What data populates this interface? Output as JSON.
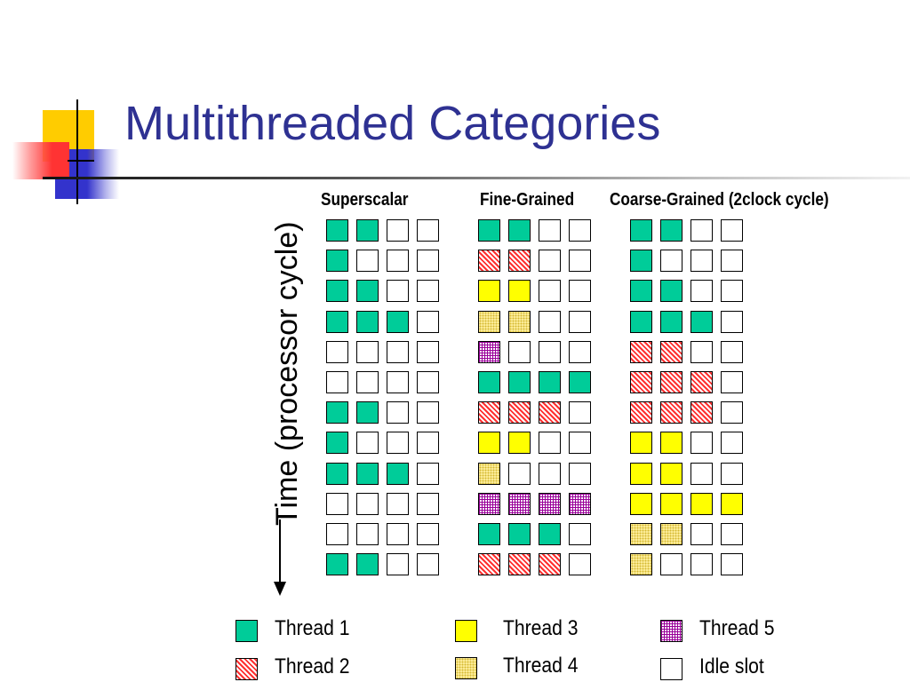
{
  "slide": {
    "title": "Multithreaded Categories"
  },
  "axis": {
    "label": "Time (processor cycle)"
  },
  "columns": [
    {
      "title": "Superscalar",
      "rows": [
        [
          "t1",
          "t1",
          "idle",
          "idle"
        ],
        [
          "t1",
          "idle",
          "idle",
          "idle"
        ],
        [
          "t1",
          "t1",
          "idle",
          "idle"
        ],
        [
          "t1",
          "t1",
          "t1",
          "idle"
        ],
        [
          "idle",
          "idle",
          "idle",
          "idle"
        ],
        [
          "idle",
          "idle",
          "idle",
          "idle"
        ],
        [
          "t1",
          "t1",
          "idle",
          "idle"
        ],
        [
          "t1",
          "idle",
          "idle",
          "idle"
        ],
        [
          "t1",
          "t1",
          "t1",
          "idle"
        ],
        [
          "idle",
          "idle",
          "idle",
          "idle"
        ],
        [
          "idle",
          "idle",
          "idle",
          "idle"
        ],
        [
          "t1",
          "t1",
          "idle",
          "idle"
        ]
      ]
    },
    {
      "title": "Fine-Grained",
      "rows": [
        [
          "t1",
          "t1",
          "idle",
          "idle"
        ],
        [
          "t2",
          "t2",
          "idle",
          "idle"
        ],
        [
          "t3",
          "t3",
          "idle",
          "idle"
        ],
        [
          "t4",
          "t4",
          "idle",
          "idle"
        ],
        [
          "t5",
          "idle",
          "idle",
          "idle"
        ],
        [
          "t1",
          "t1",
          "t1",
          "t1"
        ],
        [
          "t2",
          "t2",
          "t2",
          "idle"
        ],
        [
          "t3",
          "t3",
          "idle",
          "idle"
        ],
        [
          "t4",
          "idle",
          "idle",
          "idle"
        ],
        [
          "t5",
          "t5",
          "t5",
          "t5"
        ],
        [
          "t1",
          "t1",
          "t1",
          "idle"
        ],
        [
          "t2",
          "t2",
          "t2",
          "idle"
        ]
      ]
    },
    {
      "title": "Coarse-Grained (2clock cycle)",
      "rows": [
        [
          "t1",
          "t1",
          "idle",
          "idle"
        ],
        [
          "t1",
          "idle",
          "idle",
          "idle"
        ],
        [
          "t1",
          "t1",
          "idle",
          "idle"
        ],
        [
          "t1",
          "t1",
          "t1",
          "idle"
        ],
        [
          "t2",
          "t2",
          "idle",
          "idle"
        ],
        [
          "t2",
          "t2",
          "t2",
          "idle"
        ],
        [
          "t2",
          "t2",
          "t2",
          "idle"
        ],
        [
          "t3",
          "t3",
          "idle",
          "idle"
        ],
        [
          "t3",
          "t3",
          "idle",
          "idle"
        ],
        [
          "t3",
          "t3",
          "t3",
          "t3"
        ],
        [
          "t4",
          "t4",
          "idle",
          "idle"
        ],
        [
          "t4",
          "idle",
          "idle",
          "idle"
        ]
      ]
    }
  ],
  "legend": [
    {
      "key": "t1",
      "label": "Thread 1"
    },
    {
      "key": "t2",
      "label": "Thread 2"
    },
    {
      "key": "t3",
      "label": "Thread 3"
    },
    {
      "key": "t4",
      "label": "Thread 4"
    },
    {
      "key": "t5",
      "label": "Thread 5"
    },
    {
      "key": "idle",
      "label": "Idle slot"
    }
  ],
  "colors": {
    "title": "#2E3192",
    "thread1": "#00CC99",
    "thread2": "#FF3030",
    "thread3": "#FFFF00",
    "thread4": "#FFF0A0",
    "thread5": "#990099",
    "idle": "#FFFFFF",
    "deco_yellow": "#FFCC00",
    "deco_red": "#FF3333",
    "deco_blue": "#3333CC"
  }
}
